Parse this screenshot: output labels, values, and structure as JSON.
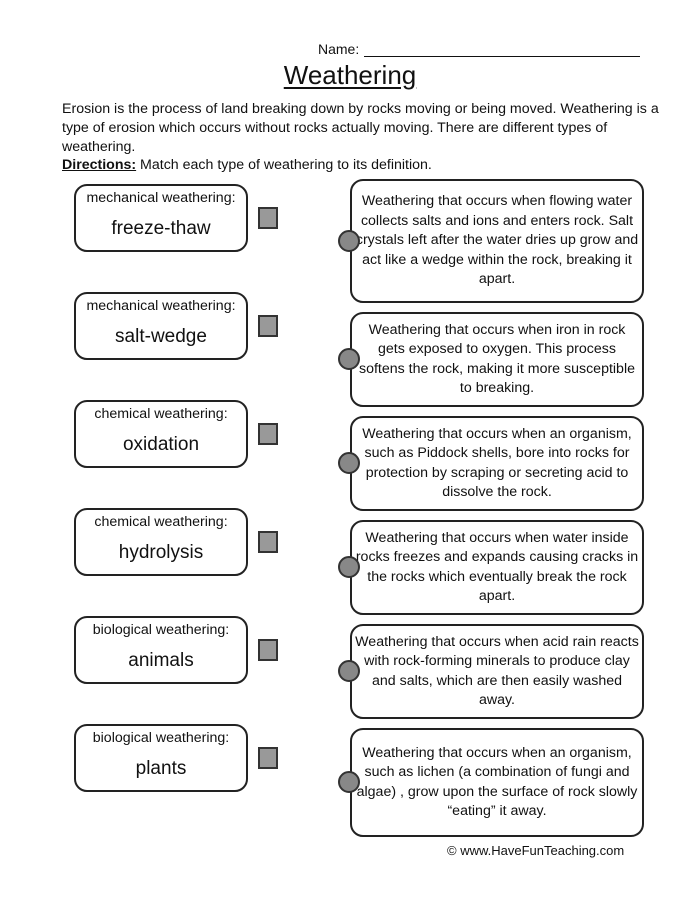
{
  "header": {
    "name_label": "Name:",
    "title": "Weathering"
  },
  "intro": {
    "text": "Erosion is the process of land breaking down by rocks moving or being moved. Weathering is a type of erosion which occurs without rocks actually moving.  There are different types of weathering.",
    "directions_label": "Directions:",
    "directions_text": " Match each type of weathering to its definition."
  },
  "terms": [
    {
      "category": "mechanical weathering:",
      "name": "freeze-thaw"
    },
    {
      "category": "mechanical weathering:",
      "name": "salt-wedge"
    },
    {
      "category": "chemical weathering:",
      "name": "oxidation"
    },
    {
      "category": "chemical weathering:",
      "name": "hydrolysis"
    },
    {
      "category": "biological weathering:",
      "name": "animals"
    },
    {
      "category": "biological weathering:",
      "name": "plants"
    }
  ],
  "definitions": [
    "Weathering that occurs when flowing water collects salts and ions and enters rock.  Salt crystals left after the water dries up grow and act like a wedge within the rock, breaking it apart.",
    "Weathering that occurs when iron in rock gets exposed to oxygen.  This process softens the rock, making it more susceptible to breaking.",
    "Weathering that occurs when an organism, such as Piddock shells, bore into rocks for protection by scraping or secreting acid to dissolve the rock.",
    "Weathering that occurs when water inside rocks freezes and expands causing cracks in the rocks which eventually break the rock apart.",
    "Weathering that occurs when acid rain reacts with rock-forming minerals to produce clay and salts, which are then easily washed away.",
    "Weathering that occurs when an organism, such as lichen (a combination of fungi and algae) , grow upon the surface of rock slowly “eating” it away."
  ],
  "footer": "© www.HaveFunTeaching.com"
}
